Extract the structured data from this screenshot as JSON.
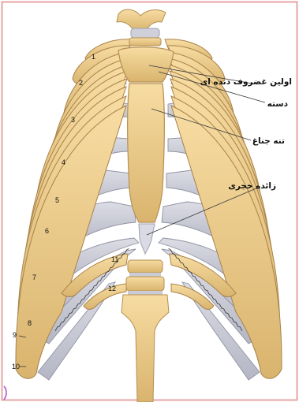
{
  "labels": {
    "first_costal_cartilage": "اولین غضروف دنده ای",
    "manubrium": "دسته",
    "sternum_body": "تنه جناغ",
    "xiphoid_process": "زائده خجری"
  },
  "rib_numbers": [
    "1",
    "2",
    "3",
    "4",
    "5",
    "6",
    "7",
    "8",
    "9",
    "10",
    "11",
    "12"
  ],
  "colors": {
    "border": "#e6a4a4",
    "bone": "#f0d08e",
    "bone_dark": "#c8a35f",
    "cartilage": "#c9cbd6",
    "cartilage_dark": "#9ea1b0",
    "line": "#3a3a3a",
    "text": "#111111"
  }
}
